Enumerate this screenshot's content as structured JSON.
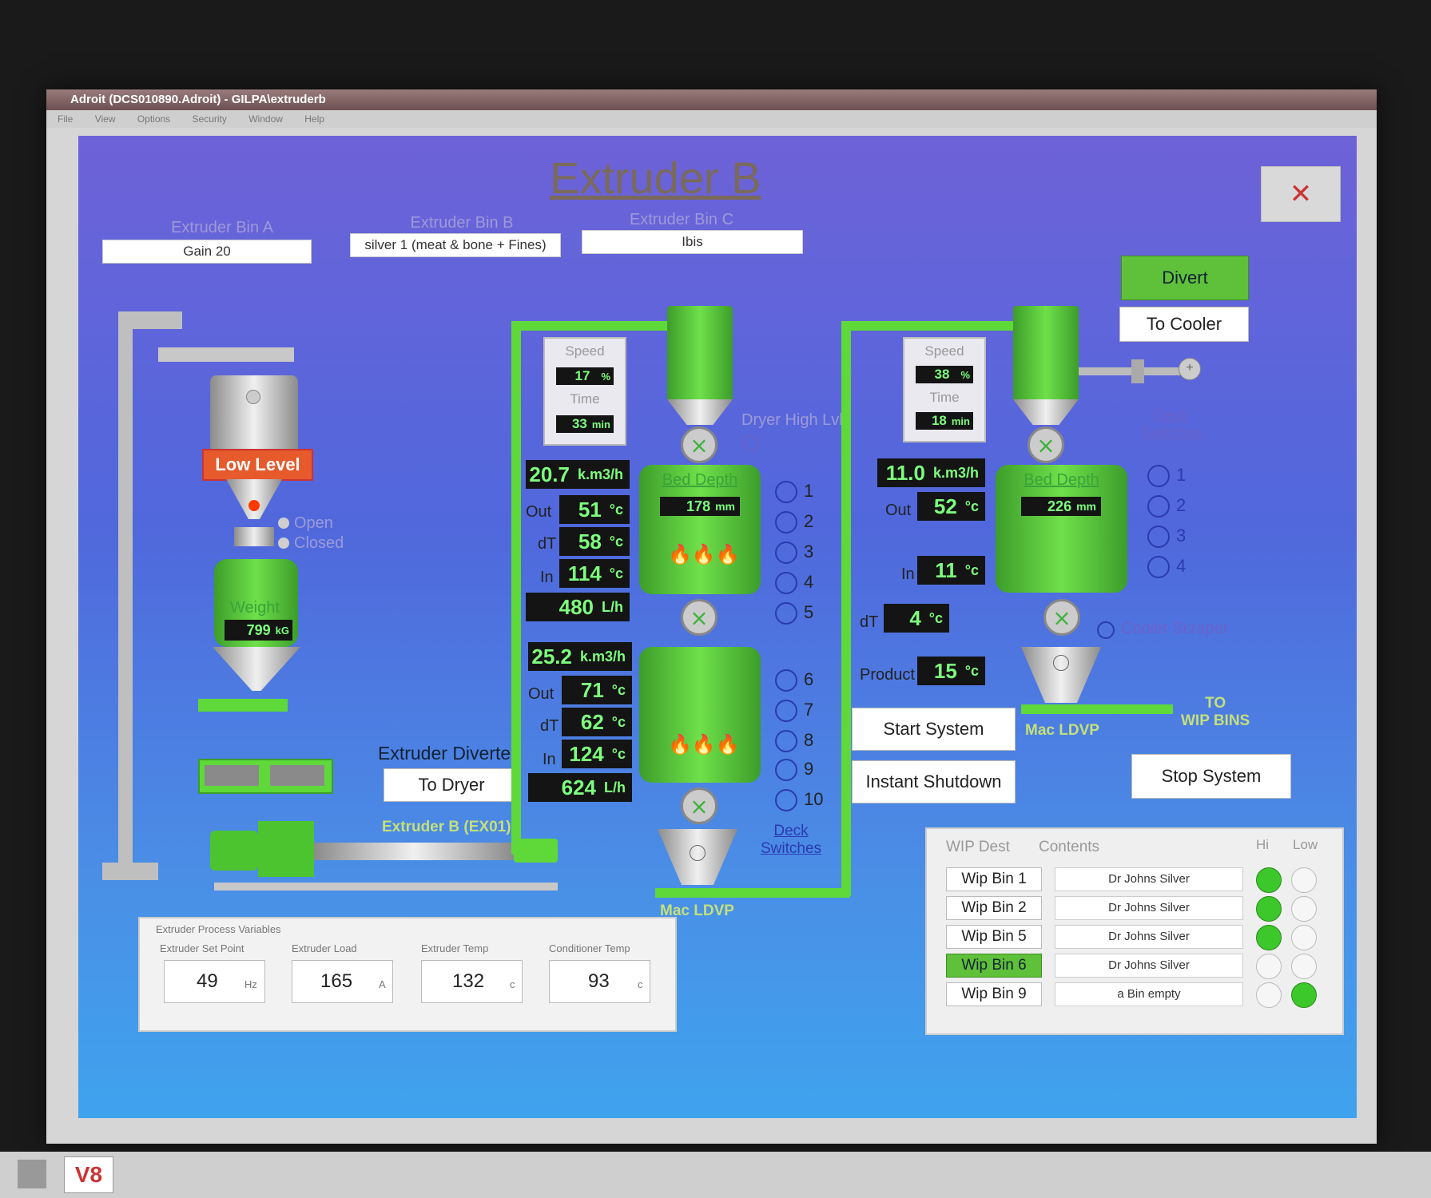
{
  "window": {
    "titlebar": "Adroit (DCS010890.Adroit) - GILPA\\extruderb",
    "menus": [
      "File",
      "View",
      "Options",
      "Security",
      "Window",
      "Help"
    ]
  },
  "title": "Extruder B",
  "bins": {
    "a_label": "Extruder Bin A",
    "a_value": "Gain 20",
    "b_label": "Extruder Bin B",
    "b_value": "silver 1 (meat & bone + Fines)",
    "c_label": "Extruder Bin C",
    "c_value": "Ibis"
  },
  "left": {
    "low_level": "Low Level",
    "open": "Open",
    "closed": "Closed",
    "weight_label": "Weight",
    "weight_value": "799",
    "weight_unit": "kG"
  },
  "diverter": {
    "title": "Extruder Diverter",
    "button": "To Dryer",
    "extruder_label": "Extruder B (EX01)"
  },
  "dryer": {
    "speed_label": "Speed",
    "speed_value": "17",
    "speed_unit": "%",
    "time_label": "Time",
    "time_value": "33",
    "time_unit": "min",
    "high_lvl": "Dryer High Lvl",
    "bed_label": "Bed Depth",
    "bed_value": "178",
    "bed_unit": "mm",
    "upper": {
      "flow": "20.7",
      "flow_unit": "k.m3/h",
      "out": "51",
      "dt": "58",
      "in": "114",
      "lph": "480",
      "lph_unit": "L/h"
    },
    "lower": {
      "flow": "25.2",
      "flow_unit": "k.m3/h",
      "out": "71",
      "dt": "62",
      "in": "124",
      "lph": "624",
      "lph_unit": "L/h"
    },
    "out_label": "Out",
    "dt_label": "dT",
    "in_label": "In",
    "c": "°c",
    "deck_numbers": [
      "1",
      "2",
      "3",
      "4",
      "5",
      "6",
      "7",
      "8",
      "9",
      "10"
    ],
    "deck_switches": "Deck\nSwitches",
    "mac": "Mac LDVP"
  },
  "cooler": {
    "speed_label": "Speed",
    "speed_value": "38",
    "speed_unit": "%",
    "time_label": "Time",
    "time_value": "18",
    "time_unit": "min",
    "bed_label": "Bed Depth",
    "bed_value": "226",
    "bed_unit": "mm",
    "flow": "11.0",
    "flow_unit": "k.m3/h",
    "out_label": "Out",
    "out": "52",
    "in_label": "In",
    "in": "11",
    "dt_label": "dT",
    "dt": "4",
    "product_label": "Product",
    "product": "15",
    "c": "°c",
    "deck_switches": "Deck\nSwitches",
    "deck_numbers": [
      "1",
      "2",
      "3",
      "4"
    ],
    "cooler_scraper": "Cooler Scraper",
    "mac": "Mac LDVP",
    "to_wip": "TO\nWIP BINS"
  },
  "buttons": {
    "close": "✕",
    "divert": "Divert",
    "to_cooler": "To Cooler",
    "start": "Start System",
    "shutdown": "Instant Shutdown",
    "stop": "Stop System"
  },
  "process": {
    "title": "Extruder Process Variables",
    "items": [
      {
        "label": "Extruder Set Point",
        "value": "49",
        "unit": "Hz"
      },
      {
        "label": "Extruder Load",
        "value": "165",
        "unit": "A"
      },
      {
        "label": "Extruder Temp",
        "value": "132",
        "unit": "c"
      },
      {
        "label": "Conditioner Temp",
        "value": "93",
        "unit": "c"
      }
    ]
  },
  "wip": {
    "dest_label": "WIP Dest",
    "contents_label": "Contents",
    "hi_label": "Hi",
    "low_label": "Low",
    "rows": [
      {
        "name": "Wip Bin 1",
        "contents": "Dr Johns Silver",
        "hi": true,
        "low": false,
        "active": false
      },
      {
        "name": "Wip Bin 2",
        "contents": "Dr Johns Silver",
        "hi": true,
        "low": false,
        "active": false
      },
      {
        "name": "Wip Bin 5",
        "contents": "Dr Johns Silver",
        "hi": true,
        "low": false,
        "active": false
      },
      {
        "name": "Wip Bin 6",
        "contents": "Dr Johns Silver",
        "hi": false,
        "low": false,
        "active": true
      },
      {
        "name": "Wip Bin 9",
        "contents": "a Bin empty",
        "hi": false,
        "low": true,
        "active": false
      }
    ]
  },
  "colors": {
    "green": "#5fd83a",
    "alarm": "#e65a2c",
    "readout_bg": "#141414",
    "readout_fg": "#7dff7d"
  },
  "taskbar": {
    "app": "V8"
  }
}
